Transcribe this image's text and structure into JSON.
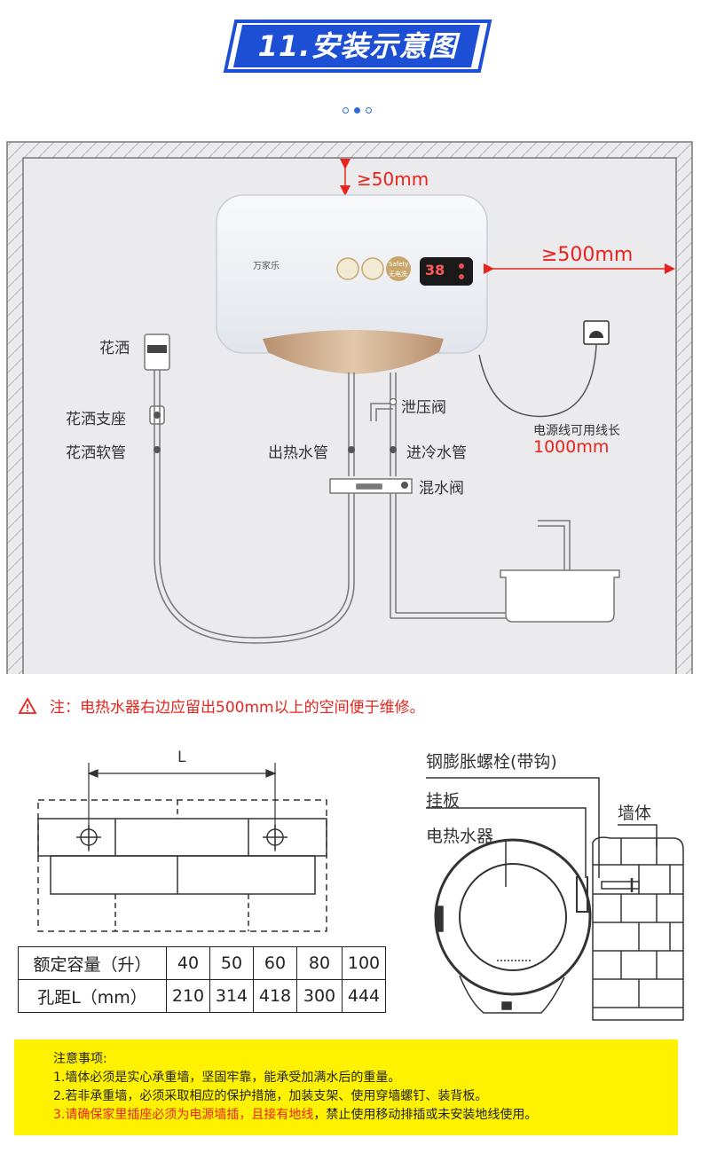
{
  "header": {
    "title": "11.安装示意图",
    "dots": [
      false,
      true,
      false
    ]
  },
  "diagram": {
    "brand": "万家乐",
    "display_digits": "38",
    "badges": [
      "Safety",
      "无电洗"
    ],
    "clearance_top": "≥50mm",
    "clearance_right": "≥500mm",
    "labels": {
      "shower": "花洒",
      "shower_holder": "花洒支座",
      "shower_hose": "花洒软管",
      "pressure_valve": "泄压阀",
      "hot_out": "出热水管",
      "cold_in": "进冷水管",
      "mixing_valve": "混水阀",
      "power_cord": "电源线可用线长",
      "power_cord_len": "1000mm"
    }
  },
  "warning": {
    "icon": "warning-triangle-icon",
    "text": "注：电热水器右边应留出500mm以上的空间便于维修。"
  },
  "mount": {
    "dimension_label": "L",
    "labels": {
      "bolt": "钢膨胀螺栓(带钩)",
      "plate": "挂板",
      "heater": "电热水器",
      "wall": "墙体"
    }
  },
  "spec_table": {
    "rows": [
      {
        "head": "额定容量（升）",
        "values": [
          "40",
          "50",
          "60",
          "80",
          "100"
        ]
      },
      {
        "head": "孔距L（mm）",
        "values": [
          "210",
          "314",
          "418",
          "300",
          "444"
        ]
      }
    ]
  },
  "notes": {
    "title": "注意事项:",
    "items": [
      "1.墙体必须是实心承重墙，坚固牢靠，能承受加满水后的重量。",
      "2.若非承重墙，必须采取相应的保护措施，加装支架、使用穿墙螺钉、装背板。"
    ],
    "item3_red_a": "3.请确保家里插座必须为电源墙插，且接有地线",
    "item3_black": "，禁止使用移动排插或未安装地线使用。"
  },
  "colors": {
    "accent_blue": "#1c4fd3",
    "warning_red": "#e8241c",
    "note_bg": "#fff200",
    "wall_bg": "#ebeaec",
    "heater_gold": "#c8a88a"
  }
}
